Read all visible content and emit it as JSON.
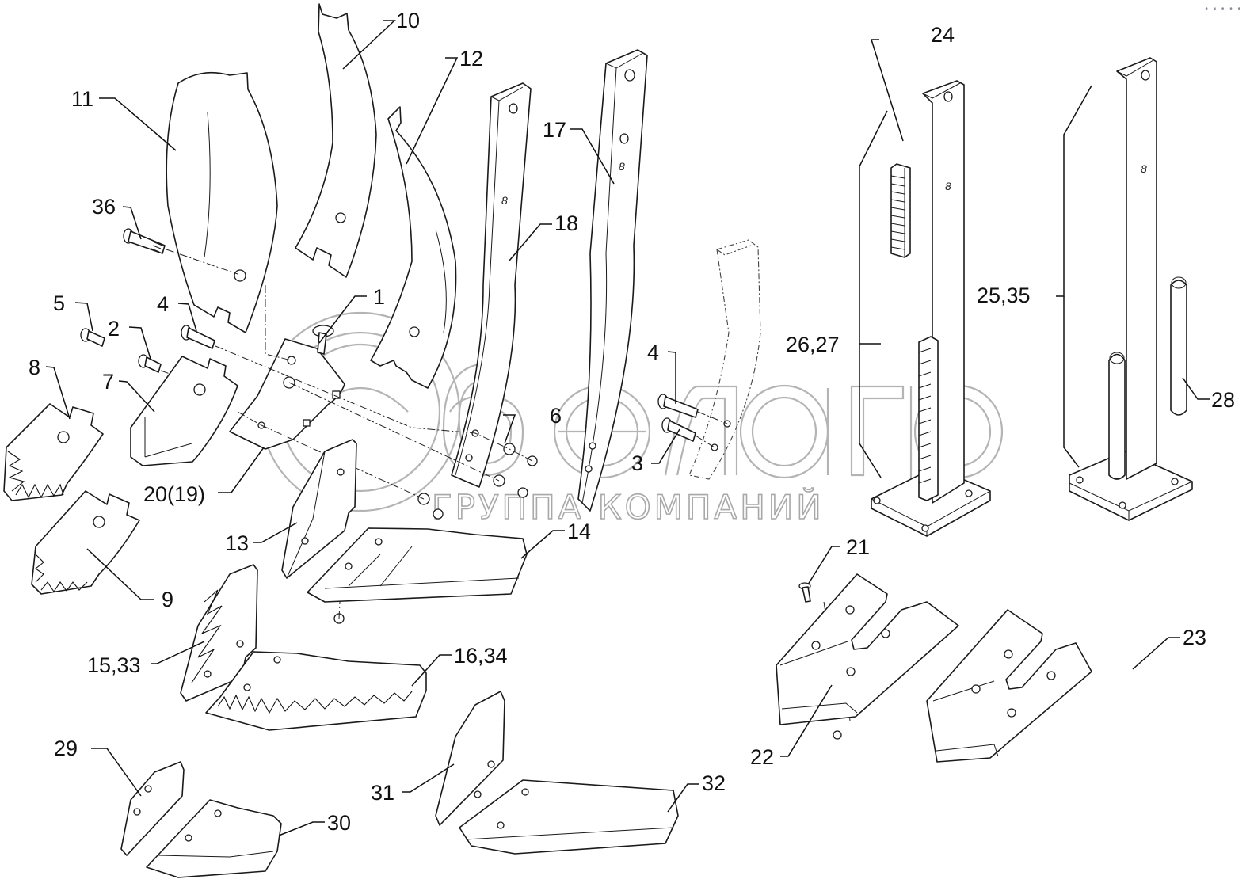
{
  "diagram": {
    "type": "exploded-parts-diagram",
    "watermark": {
      "logo_text": "белагро",
      "subtitle": "ГРУППА КОМПАНИЙ"
    },
    "corner_indicator": "• ▪ • • •",
    "callouts": [
      {
        "id": "c1",
        "label": "1"
      },
      {
        "id": "c2",
        "label": "2"
      },
      {
        "id": "c3",
        "label": "3"
      },
      {
        "id": "c4a",
        "label": "4"
      },
      {
        "id": "c4b",
        "label": "4"
      },
      {
        "id": "c5",
        "label": "5"
      },
      {
        "id": "c6",
        "label": "6"
      },
      {
        "id": "c7",
        "label": "7"
      },
      {
        "id": "c8",
        "label": "8"
      },
      {
        "id": "c9",
        "label": "9"
      },
      {
        "id": "c10",
        "label": "10"
      },
      {
        "id": "c11",
        "label": "11"
      },
      {
        "id": "c12",
        "label": "12"
      },
      {
        "id": "c13",
        "label": "13"
      },
      {
        "id": "c14",
        "label": "14"
      },
      {
        "id": "c1533",
        "label": "15,33"
      },
      {
        "id": "c1634",
        "label": "16,34"
      },
      {
        "id": "c17",
        "label": "17"
      },
      {
        "id": "c18",
        "label": "18"
      },
      {
        "id": "c2019",
        "label": "20(19)"
      },
      {
        "id": "c21",
        "label": "21"
      },
      {
        "id": "c22",
        "label": "22"
      },
      {
        "id": "c23",
        "label": "23"
      },
      {
        "id": "c24",
        "label": "24"
      },
      {
        "id": "c2535",
        "label": "25,35"
      },
      {
        "id": "c2627",
        "label": "26,27"
      },
      {
        "id": "c28",
        "label": "28"
      },
      {
        "id": "c29",
        "label": "29"
      },
      {
        "id": "c30",
        "label": "30"
      },
      {
        "id": "c31",
        "label": "31"
      },
      {
        "id": "c32",
        "label": "32"
      },
      {
        "id": "c36",
        "label": "36"
      }
    ]
  }
}
